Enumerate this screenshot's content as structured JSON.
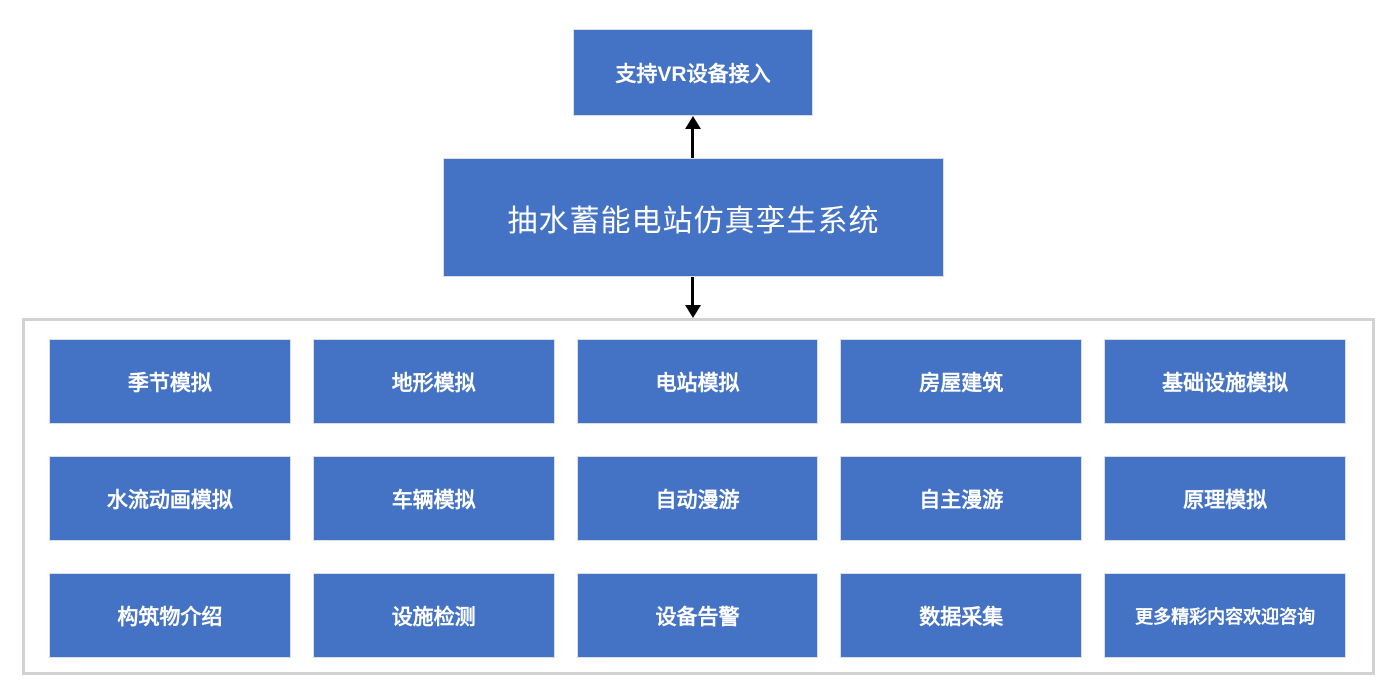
{
  "diagram": {
    "vr_box": {
      "label": "支持VR设备接入"
    },
    "main_box": {
      "label": "抽水蓄能电站仿真孪生系统"
    },
    "features": [
      [
        "季节模拟",
        "地形模拟",
        "电站模拟",
        "房屋建筑",
        "基础设施模拟"
      ],
      [
        "水流动画模拟",
        "车辆模拟",
        "自动漫游",
        "自主漫游",
        "原理模拟"
      ],
      [
        "构筑物介绍",
        "设施检测",
        "设备告警",
        "数据采集",
        "更多精彩内容欢迎咨询"
      ]
    ],
    "colors": {
      "box_blue": "#4472C4",
      "box_text": "#FFFFFF",
      "arrow": "#000000",
      "frame_border": "#D2D2D2",
      "background": "#FFFFFF"
    }
  }
}
